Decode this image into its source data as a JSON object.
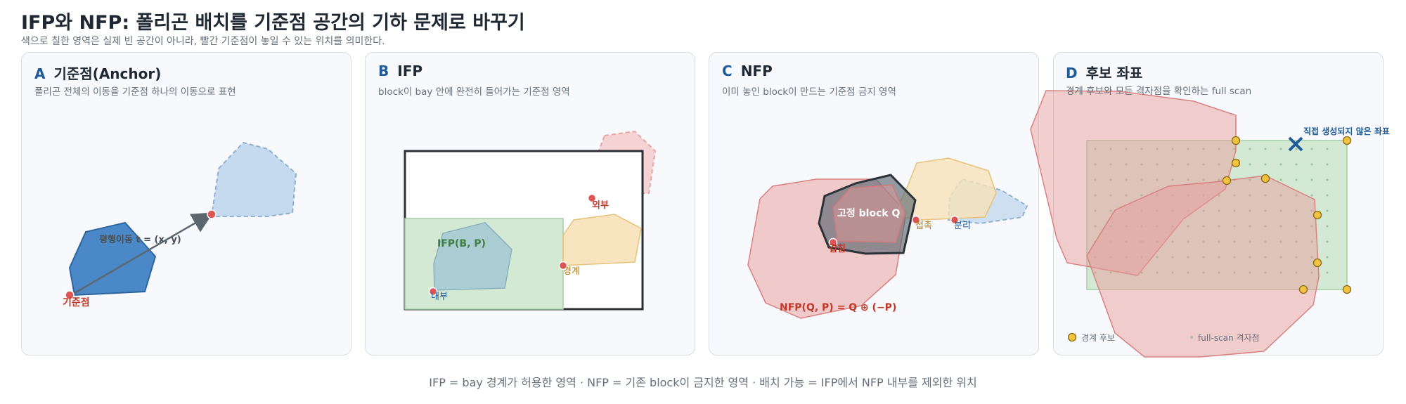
{
  "title": "IFP와 NFP: 폴리곤 배치를 기준점 공간의 기하 문제로 바꾸기",
  "subtitle": "색으로 칠한 영역은 실제 빈 공간이 아니라, 빨간 기준점이 놓일 수 있는 위치를 의미한다.",
  "panels": [
    {
      "letter": "A",
      "title": "기준점(Anchor)",
      "desc": "폴리곤 전체의 이동을 기준점 하나의 이동으로 표현",
      "labels": {
        "translation": "평행이동 t = (x, y)",
        "anchor": "기준점"
      }
    },
    {
      "letter": "B",
      "title": "IFP",
      "desc": "block이 bay 안에 완전히 들어가는 기준점 영역",
      "labels": {
        "ifp": "IFP(B, P)",
        "inside": "내부",
        "boundary": "경계",
        "outside": "외부"
      }
    },
    {
      "letter": "C",
      "title": "NFP",
      "desc": "이미 놓인 block이 만드는 기준점 금지 영역",
      "labels": {
        "fixed_block": "고정 block Q",
        "overlap": "겹침",
        "contact": "접촉",
        "separate": "분리",
        "formula": "NFP(Q, P) = Q ⊕ (−P)"
      }
    },
    {
      "letter": "D",
      "title": "후보 좌표",
      "desc": "경계 후보와 모든 격자점을 확인하는 full scan",
      "labels": {
        "not_generated": "직접 생성되지 않은 좌표",
        "legend_boundary": "경계 후보",
        "legend_grid": "full-scan 격자점"
      }
    }
  ],
  "footer": "IFP = bay 경계가 허용한 영역 · NFP = 기존 block이 금지한 영역 · 배치 가능 = IFP에서 NFP 내부를 제외한 위치",
  "colors": {
    "anchor_red": "#dd5555",
    "block_blue": "#4a88c8",
    "ifp_green": "#d4e9d4",
    "nfp_red": "#e89a9a",
    "candidate_yellow": "#f2c340",
    "accent_blue": "#1f5b99",
    "fixed_block_gray": "#5c6770"
  },
  "icons": {
    "not_generated_marker": "cross-icon"
  }
}
